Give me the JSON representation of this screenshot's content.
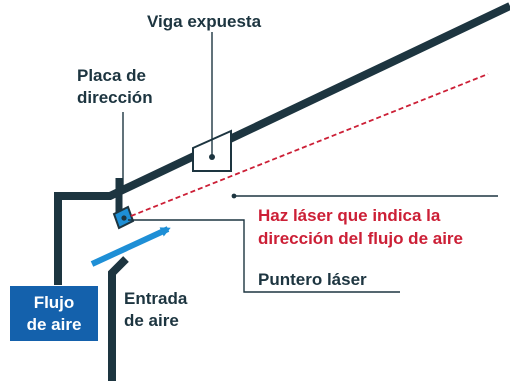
{
  "labels": {
    "exposed_beam": "Viga expuesta",
    "direction_plate_line1": "Placa de",
    "direction_plate_line2": "dirección",
    "laser_beam_line1": "Haz láser que indica la",
    "laser_beam_line2": "dirección del flujo de aire",
    "laser_pointer": "Puntero láser",
    "air_inlet_line1": "Entrada",
    "air_inlet_line2": "de aire",
    "air_flow_line1": "Flujo",
    "air_flow_line2": "de aire"
  },
  "colors": {
    "structure": "#1d3540",
    "laser": "#cc1f36",
    "accent_blue": "#1e8fd6",
    "badge_blue": "#1461ac",
    "leader": "#1d3540"
  }
}
